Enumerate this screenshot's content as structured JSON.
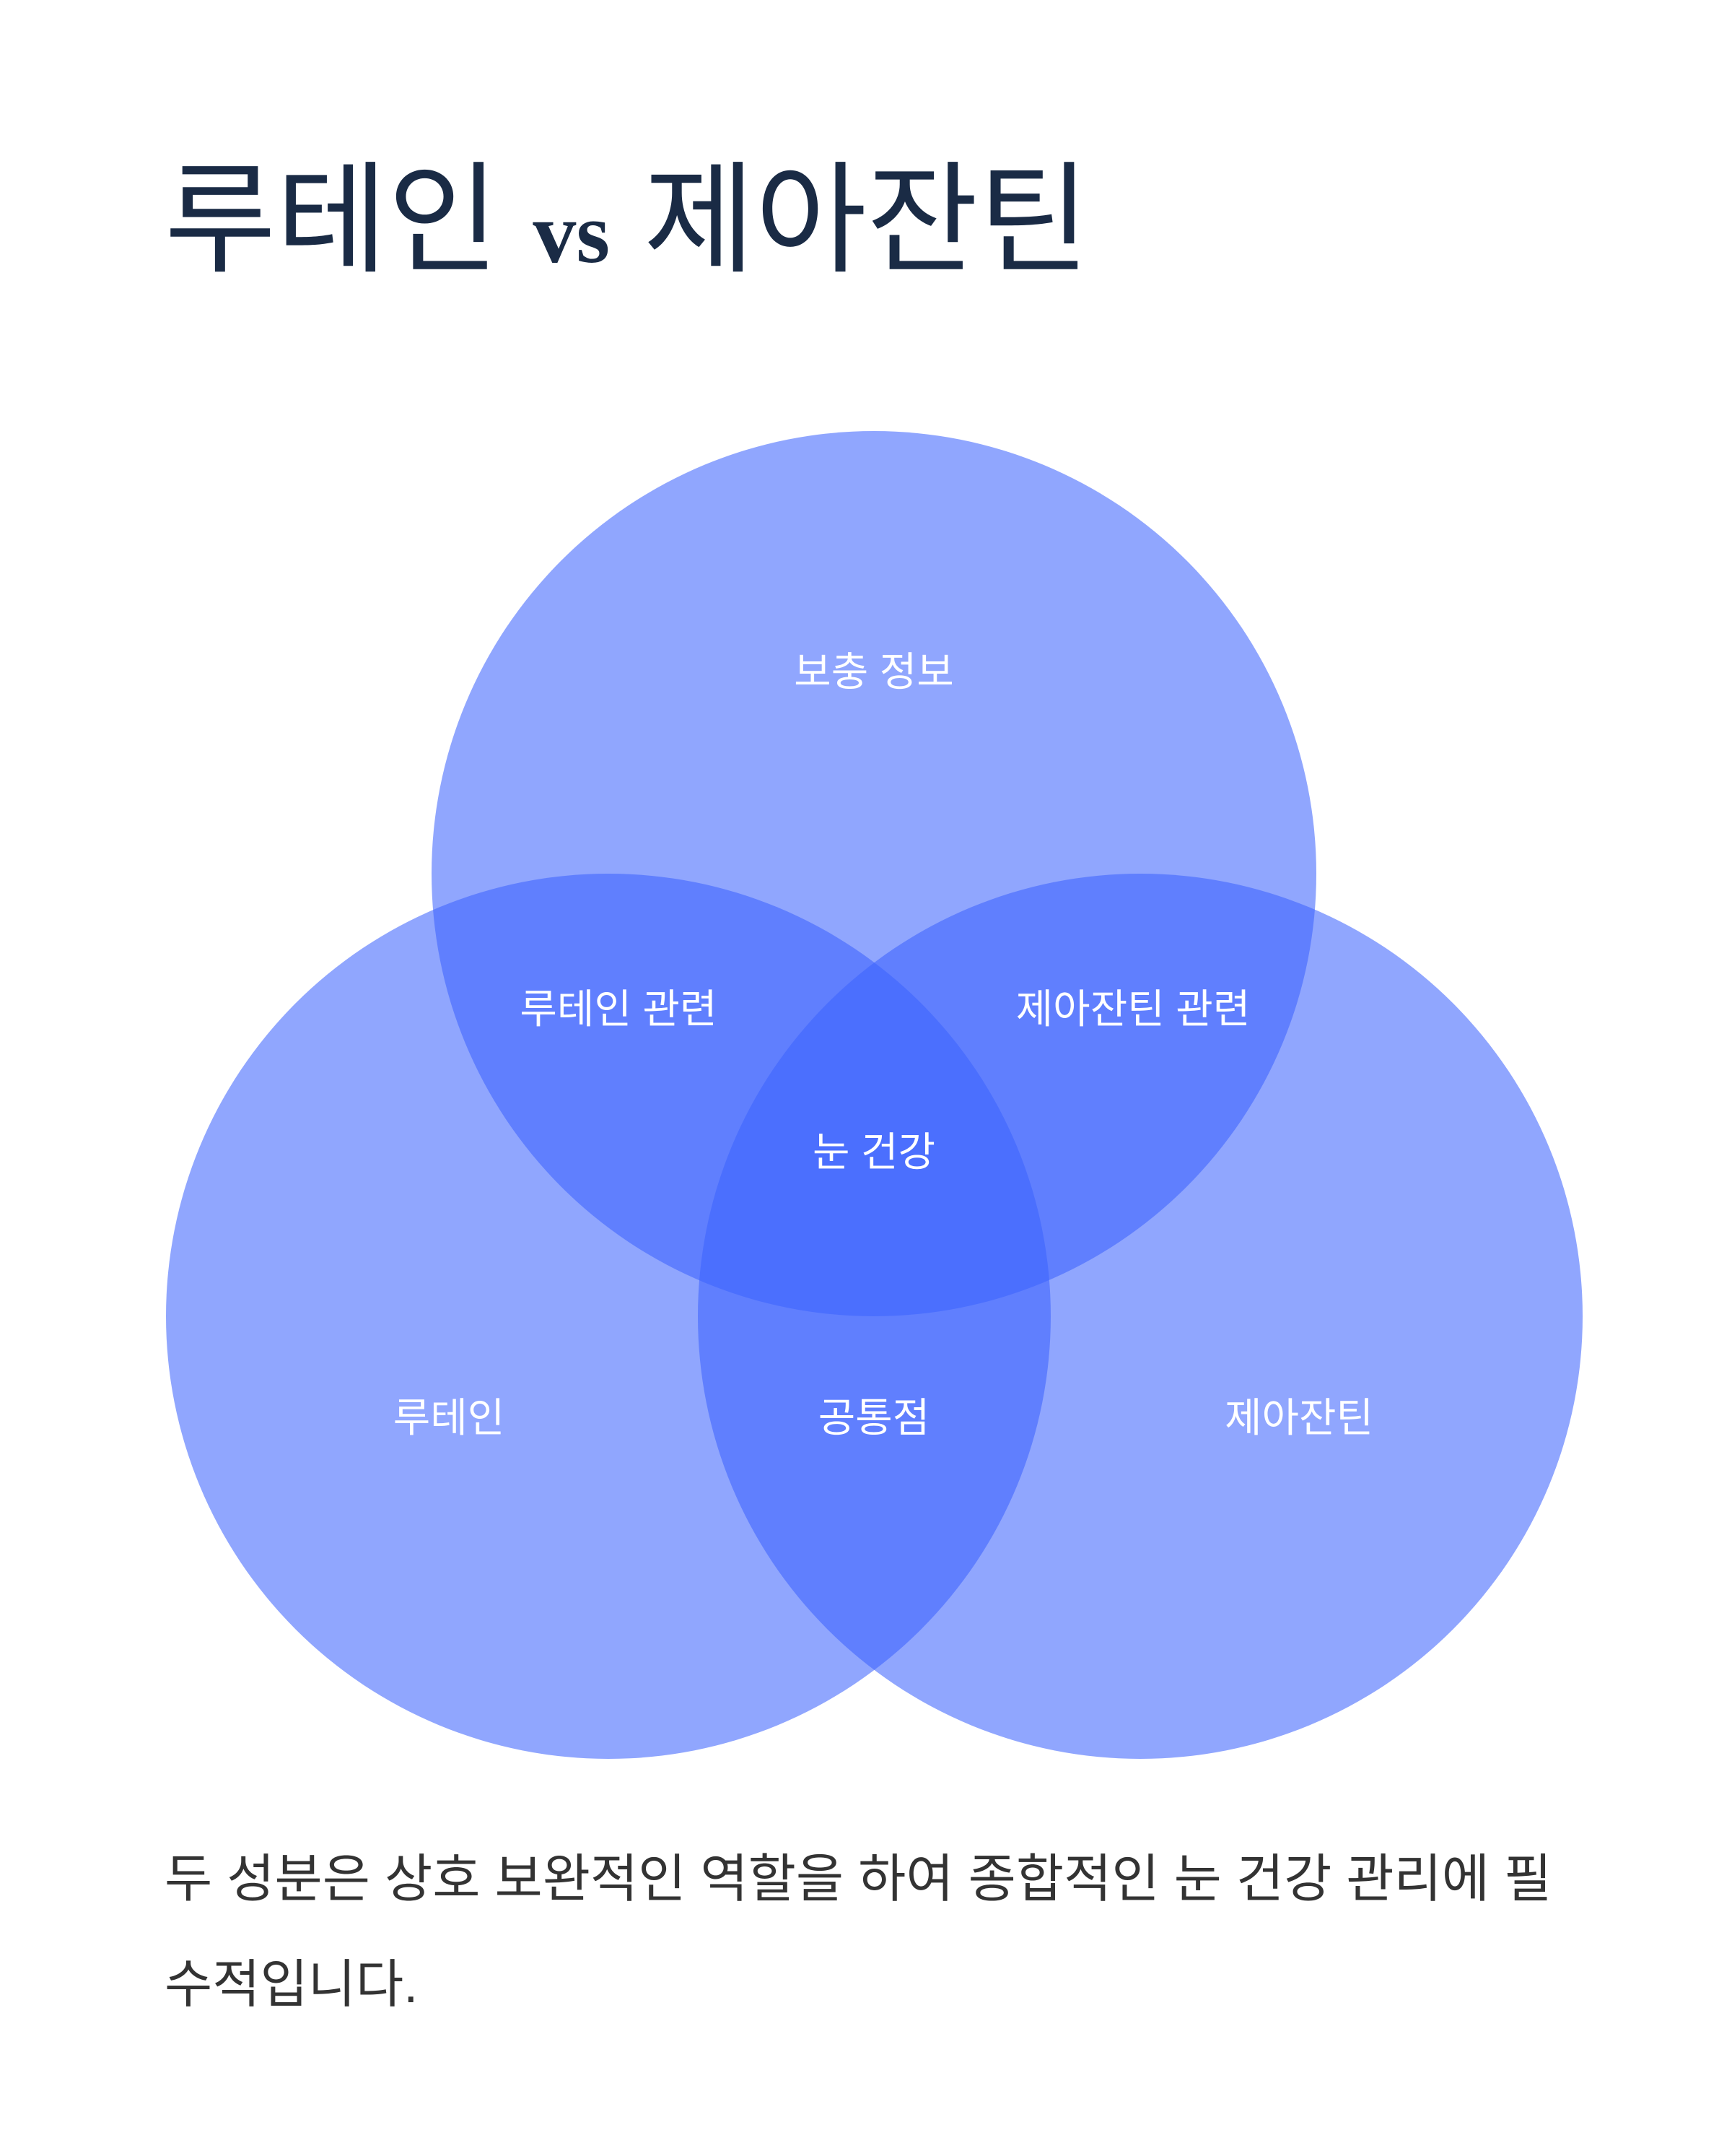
{
  "title": {
    "part1": "루테인",
    "vs": "vs",
    "part2": "제아잔틴"
  },
  "venn": {
    "circle_color": "#3b63fd",
    "circle_opacity": 0.57,
    "regions": {
      "top": "보충 정보",
      "top_left": "루테인 관련",
      "top_right": "제아잔틴 관련",
      "center": "눈 건강",
      "left": "루테인",
      "bottom_center": "공통점",
      "right": "제아잔틴"
    }
  },
  "description": "두 성분은 상호 보완적인 역할을 하여 종합적인 눈 건강 관리에 필수적입니다."
}
